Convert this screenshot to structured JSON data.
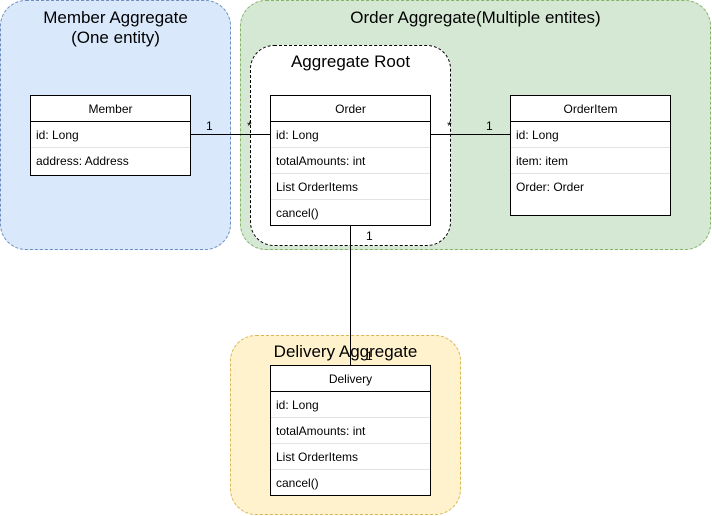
{
  "aggregates": {
    "member": {
      "title": "Member Aggregate\n(One entity)"
    },
    "order": {
      "title": "Order Aggregate(Multiple entites)"
    },
    "root": {
      "title": "Aggregate Root"
    },
    "delivery": {
      "title": "Delivery Aggregate"
    }
  },
  "classes": {
    "member": {
      "name": "Member",
      "attributes": [
        "id: Long",
        "address: Address"
      ]
    },
    "order": {
      "name": "Order",
      "attributes": [
        "id: Long",
        "totalAmounts: int",
        "List OrderItems",
        "cancel()"
      ]
    },
    "orderitem": {
      "name": "OrderItem",
      "attributes": [
        "id: Long",
        "item: item",
        "Order: Order"
      ]
    },
    "delivery": {
      "name": "Delivery",
      "attributes": [
        "id: Long",
        "totalAmounts: int",
        "List OrderItems",
        "cancel()"
      ]
    }
  },
  "associations": {
    "member_order": {
      "source_mult": "1",
      "target_mult": "*"
    },
    "order_orderitem": {
      "source_mult": "*",
      "target_mult": "1"
    },
    "order_delivery": {
      "source_mult": "1",
      "target_mult": "1"
    }
  },
  "colors": {
    "member_fill": "#dae8fc",
    "member_stroke": "#6c8ebf",
    "order_fill": "#d5e8d4",
    "order_stroke": "#82b366",
    "delivery_fill": "#fff2cc",
    "delivery_stroke": "#d6b656"
  }
}
